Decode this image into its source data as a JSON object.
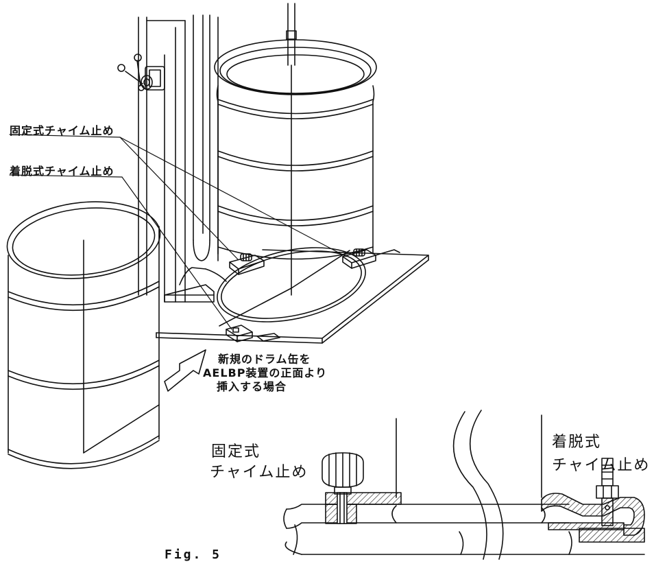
{
  "labels": {
    "fixed_chime_stop": "固定式チャイム止め",
    "removable_chime_stop": "着脱式チャイム止め",
    "insert_note_line1": "新規のドラム缶を",
    "insert_note_line2": "AELBP装置の正面より",
    "insert_note_line3": "挿入する場合",
    "detail_fixed_line1": "固定式",
    "detail_fixed_line2": "チャイム止め",
    "detail_removable_line1": "着脱式",
    "detail_removable_line2": "チャイム止め",
    "figure_caption": "Fig. 5"
  }
}
